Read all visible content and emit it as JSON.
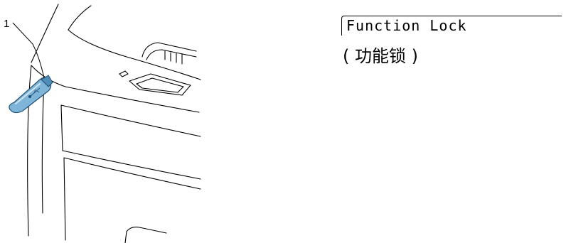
{
  "callout": {
    "number": "1"
  },
  "display": {
    "lcd_text": "Function Lock",
    "translation": "( 功能锁 )"
  },
  "colors": {
    "usb_drive_fill": "#7fb5d9",
    "usb_drive_stroke": "#1f4f73",
    "line": "#000000"
  },
  "icons": {
    "usb_drive": "usb-flash-drive",
    "usb_symbol": "usb-symbol"
  }
}
